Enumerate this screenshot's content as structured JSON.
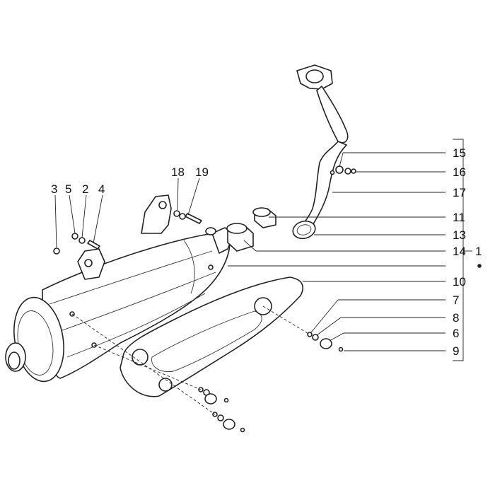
{
  "callouts": [
    {
      "id": "c1",
      "text": "1"
    },
    {
      "id": "c2",
      "text": "2"
    },
    {
      "id": "c3",
      "text": "3"
    },
    {
      "id": "c4",
      "text": "4"
    },
    {
      "id": "c5",
      "text": "5"
    },
    {
      "id": "c6",
      "text": "6"
    },
    {
      "id": "c7",
      "text": "7"
    },
    {
      "id": "c8",
      "text": "8"
    },
    {
      "id": "c9",
      "text": "9"
    },
    {
      "id": "c10",
      "text": "10"
    },
    {
      "id": "c11",
      "text": "11"
    },
    {
      "id": "c13",
      "text": "13"
    },
    {
      "id": "c14",
      "text": "14"
    },
    {
      "id": "c15",
      "text": "15"
    },
    {
      "id": "c16",
      "text": "16"
    },
    {
      "id": "c17",
      "text": "17"
    },
    {
      "id": "c18",
      "text": "18"
    },
    {
      "id": "c19",
      "text": "19"
    }
  ]
}
